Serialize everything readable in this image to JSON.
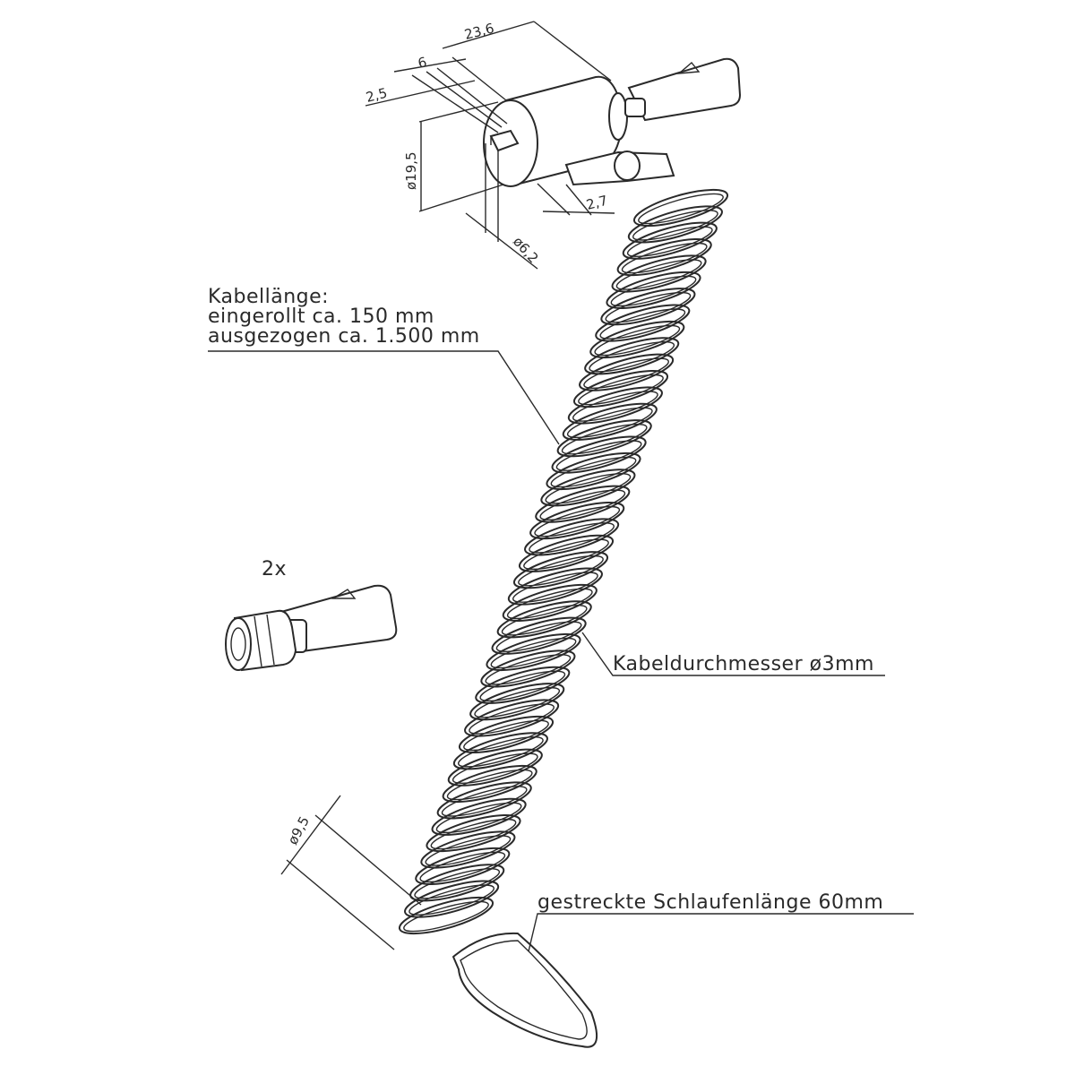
{
  "dimensions": {
    "width_23_6": "23,6",
    "depth_6": "6",
    "offset_2_5": "2,5",
    "diameter_19_5": "ø19,5",
    "offset_2_7": "2,7",
    "diameter_6_2": "ø6,2",
    "diameter_9_5": "ø9,5"
  },
  "labels": {
    "cable_length_title": "Kabellänge:",
    "cable_length_coiled": "eingerollt ca. 150 mm",
    "cable_length_extended": "ausgezogen ca. 1.500 mm",
    "cable_diameter": "Kabeldurchmesser ø3mm",
    "loop_length": "gestreckte Schlaufenlänge 60mm",
    "key_quantity": "2x"
  }
}
